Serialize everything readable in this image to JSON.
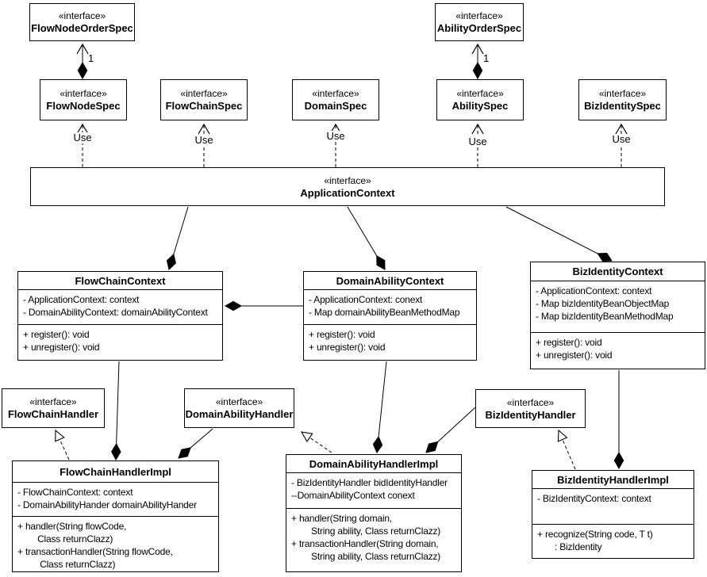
{
  "labels": {
    "stereotype": "«interface»",
    "use": "Use",
    "multiplicity_one": "1"
  },
  "interfaces": {
    "flow_node_order_spec": {
      "name": "FlowNodeOrderSpec"
    },
    "ability_order_spec": {
      "name": "AbilityOrderSpec"
    },
    "flow_node_spec": {
      "name": "FlowNodeSpec"
    },
    "flow_chain_spec": {
      "name": "FlowChainSpec"
    },
    "domain_spec": {
      "name": "DomainSpec"
    },
    "ability_spec": {
      "name": "AbilitySpec"
    },
    "biz_identity_spec": {
      "name": "BizIdentitySpec"
    },
    "application_context": {
      "name": "ApplicationContext"
    },
    "flow_chain_handler": {
      "name": "FlowChainHandler"
    },
    "domain_ability_handler": {
      "name": "DomainAbilityHandler"
    },
    "biz_identity_handler": {
      "name": "BizIdentityHandler"
    }
  },
  "classes": {
    "flow_chain_context": {
      "name": "FlowChainContext",
      "attributes": [
        "- ApplicationContext: context",
        "- DomainAbilityContext: domainAbilityContext"
      ],
      "methods": [
        "+ register(): void",
        "+ unregister(): void"
      ]
    },
    "domain_ability_context": {
      "name": "DomainAbilityContext",
      "attributes": [
        "- ApplicationContext: conext",
        "- Map domainAbilityBeanMethodMap"
      ],
      "methods": [
        "+ register(): void",
        "+ unregister(): void"
      ]
    },
    "biz_identity_context": {
      "name": "BizIdentityContext",
      "attributes": [
        "- ApplicationContext: context",
        "- Map bizIdentityBeanObjectMap",
        "- Map bizIdentityBeanMethodMap"
      ],
      "methods": [
        "+ register(): void",
        "+ unregister(): void"
      ]
    },
    "flow_chain_handler_impl": {
      "name": "FlowChainHandlerImpl",
      "attributes": [
        "- FlowChainContext: context",
        "- DomainAbilityHander domainAbilityHander"
      ],
      "methods": [
        "+ handler(String flowCode,",
        "        Class returnClazz)",
        "+ transactionHandler(String flowCode,",
        "         Class returnClazz)"
      ]
    },
    "domain_ability_handler_impl": {
      "name": "DomainAbilityHandlerImpl",
      "attributes": [
        "- BizIdentityHandler bidIdentityHandler",
        "--DomainAbilityContext conext"
      ],
      "methods": [
        "+ handler(String domain,",
        "        String ability, Class returnClazz)",
        "+ transactionHandler(String domain,",
        "        String ability, Class returnClazz)"
      ]
    },
    "biz_identity_handler_impl": {
      "name": "BizIdentityHandlerImpl",
      "attributes": [
        "- BizIdentityContext: context"
      ],
      "methods": [
        "+ recognize(String code, T t)",
        "       : BizIdentity"
      ]
    }
  }
}
